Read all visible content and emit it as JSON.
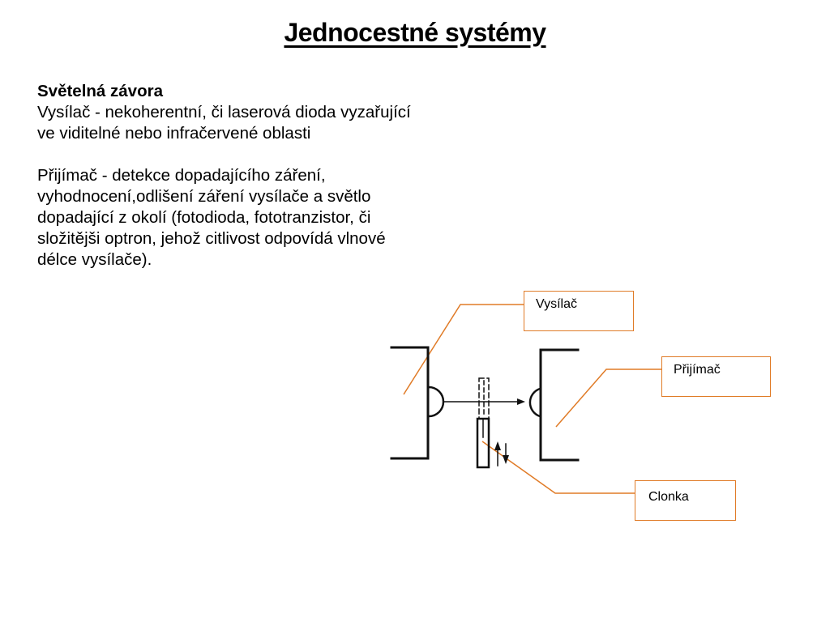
{
  "slide": {
    "title": "Jednocestné systémy",
    "section_heading": "Světelná závora",
    "paragraph_1": "Vysílač - nekoherentní, či laserová dioda vyzařující ve viditelné nebo infračervené oblasti",
    "paragraph_2": "Přijímač - detekce dopadajícího záření, vyhodnocení,odlišení záření vysílače a světlo dopadající z okolí (fotodioda, fototranzistor, či složitějši optron, jehož citlivost odpovídá vlnové délce vysílače)."
  },
  "diagram": {
    "labels": {
      "transmitter": "Vysílač",
      "receiver": "Přijímač",
      "shutter": "Clonka"
    },
    "colors": {
      "callout": "#e07b27",
      "drawing": "#111111"
    }
  }
}
